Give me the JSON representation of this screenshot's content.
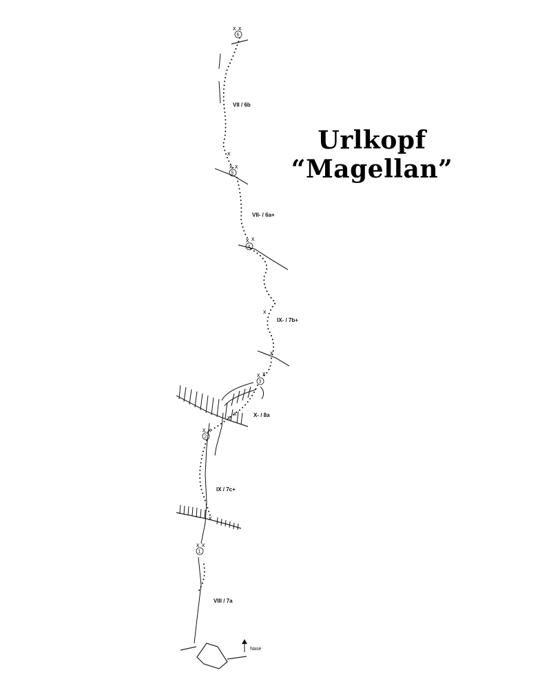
{
  "title": {
    "line1": "Urlkopf",
    "line2": "“Magellan”"
  },
  "pitches": [
    {
      "grade": "VII / 6b"
    },
    {
      "grade": "VII- / 6a+"
    },
    {
      "grade": "IX- / 7b+"
    },
    {
      "grade": "X- / 8a"
    },
    {
      "grade": "IX / 7c+"
    },
    {
      "grade": "VIII / 7a"
    }
  ],
  "belays": [
    {
      "number": "1"
    },
    {
      "number": "2"
    },
    {
      "number": "3"
    },
    {
      "number": "4"
    },
    {
      "number": "5"
    },
    {
      "number": "6"
    }
  ],
  "bolt_mark": "x",
  "north_label": "Nase"
}
